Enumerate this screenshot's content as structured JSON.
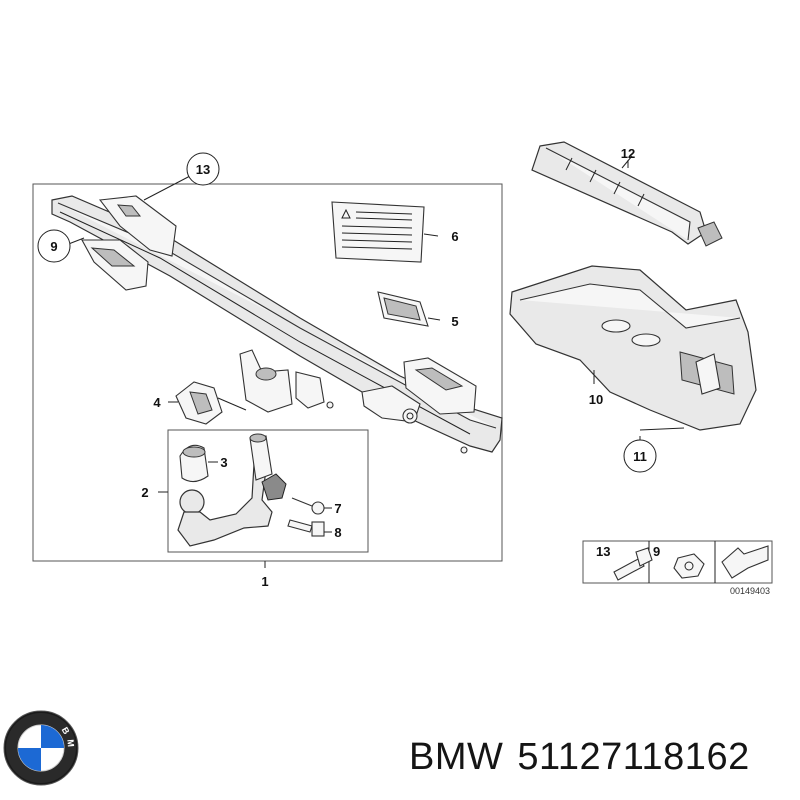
{
  "diagram": {
    "callouts": {
      "c1": "1",
      "c2": "2",
      "c3": "3",
      "c4": "4",
      "c5": "5",
      "c6": "6",
      "c7": "7",
      "c8": "8",
      "c9": "9",
      "c10": "10",
      "c11": "11",
      "c12": "12",
      "c13": "13"
    },
    "legend": {
      "label_13": "13",
      "label_9": "9",
      "drawing_number": "00149403"
    }
  },
  "brand": {
    "logo_icon": "bmw-roundel-logo",
    "logo_letters": "BMW",
    "name": "BMW",
    "part_number": "51127118162"
  },
  "colors": {
    "line": "#222222",
    "roundel_blue": "#1c69d4",
    "roundel_ring": "#111111"
  }
}
